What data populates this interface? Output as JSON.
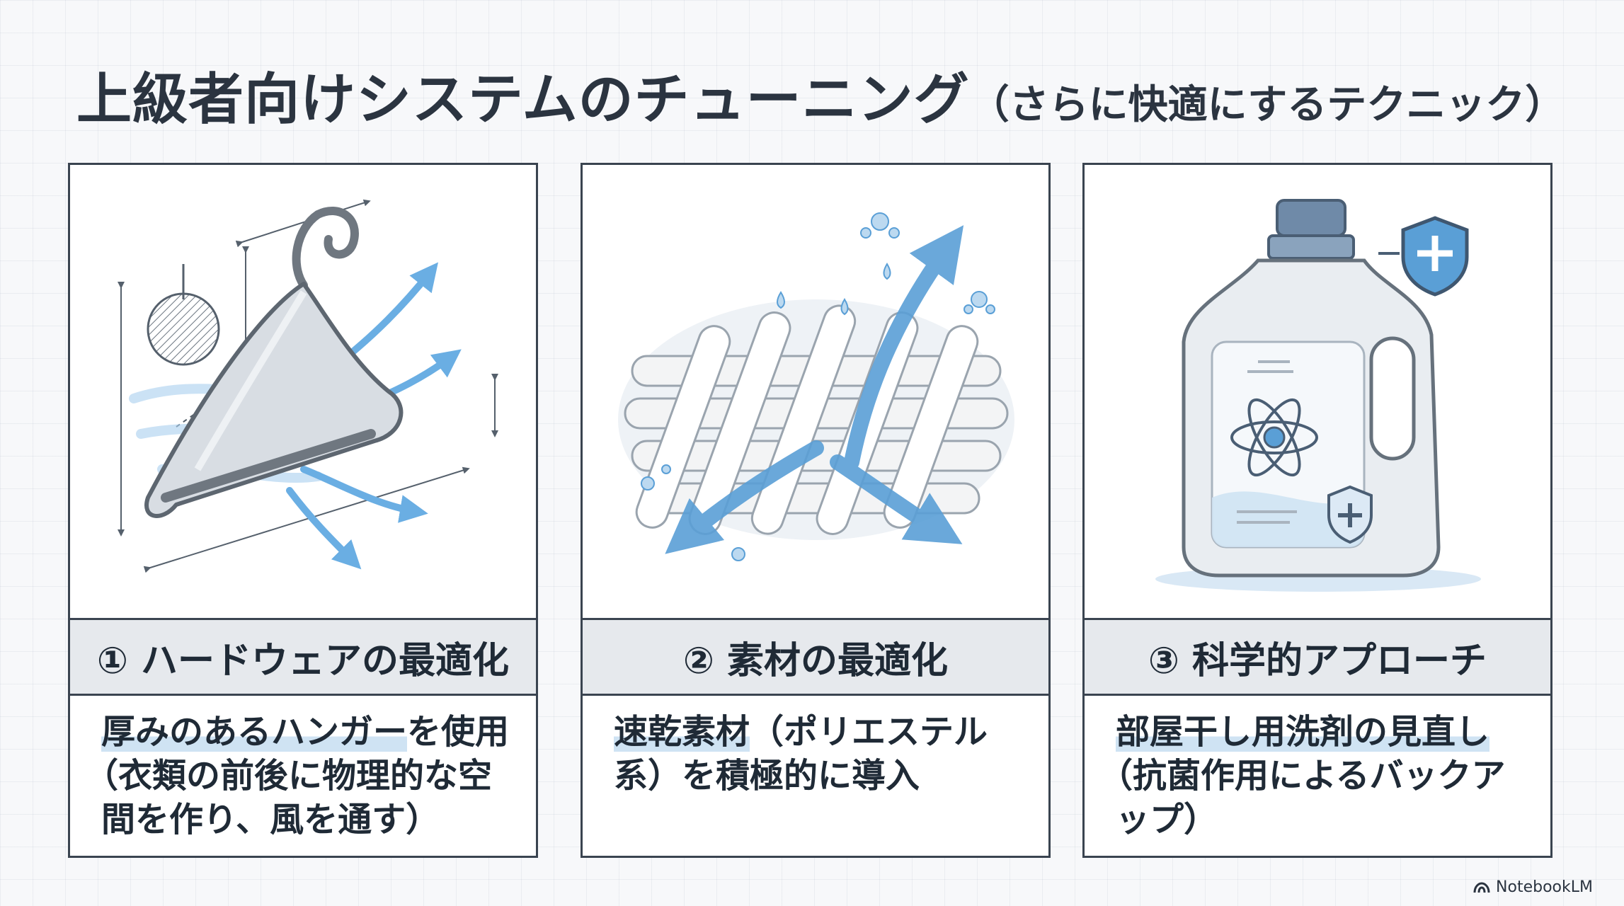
{
  "title": {
    "main": "上級者向けシステムのチューニング",
    "sub": "（さらに快適にするテクニック）"
  },
  "panels": [
    {
      "heading": "① ハードウェアの最適化",
      "highlight": "厚みのあるハンガー",
      "rest": "を使用",
      "paren": "（衣類の前後に物理的な空間を作り、風を通す）",
      "illustration": "hanger-airflow"
    },
    {
      "heading": "② 素材の最適化",
      "highlight": "速乾素材",
      "rest": "（ポリエステル系）を積極的に導入",
      "paren": "",
      "illustration": "fabric-weave"
    },
    {
      "heading": "③ 科学的アプローチ",
      "highlight": "部屋干し用洗剤の見直し",
      "rest": "",
      "paren": "（抗菌作用によるバックアップ）",
      "illustration": "detergent-bottle"
    }
  ],
  "credit": {
    "label": "NotebookLM"
  },
  "colors": {
    "accent_blue": "#5a9fd6",
    "dark_ink": "#2b3440",
    "panel_border": "#3a4450",
    "header_fill": "#e6e9ed",
    "highlight": "#cfe3f3"
  }
}
